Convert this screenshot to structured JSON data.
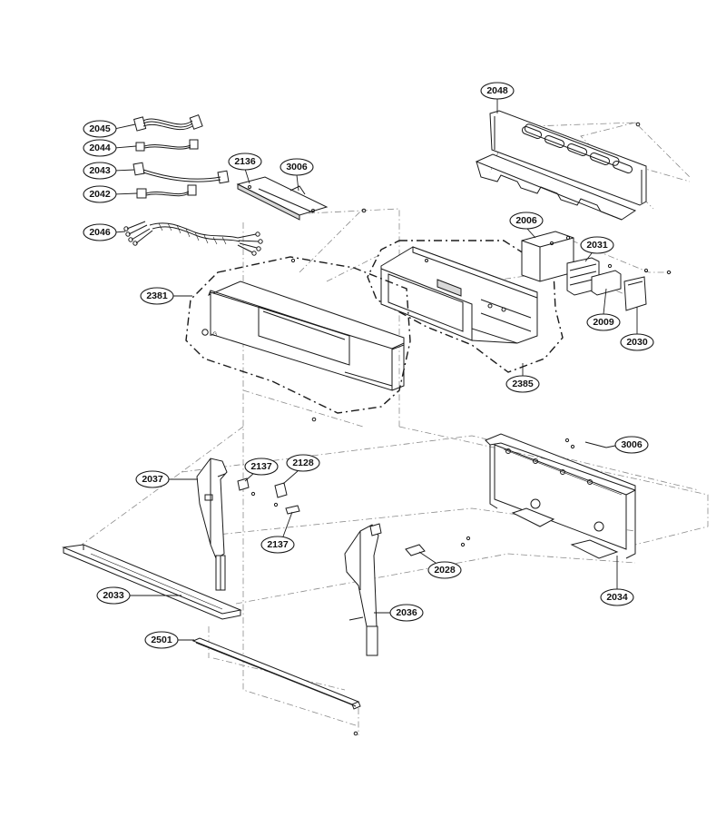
{
  "callouts": {
    "p2045": "2045",
    "p2044": "2044",
    "p2043": "2043",
    "p2042": "2042",
    "p2046": "2046",
    "p2136": "2136",
    "p3006_top": "3006",
    "p2048": "2048",
    "p2006": "2006",
    "p2031": "2031",
    "p2009": "2009",
    "p2030": "2030",
    "p2381": "2381",
    "p2385": "2385",
    "p3006_right": "3006",
    "p2037": "2037",
    "p2137_top": "2137",
    "p2128": "2128",
    "p2137_bottom": "2137",
    "p2028": "2028",
    "p2034": "2034",
    "p2033": "2033",
    "p2036": "2036",
    "p2501": "2501"
  },
  "colors": {
    "line": "#1a1a1a",
    "ghost": "#8a8a8a",
    "background": "#ffffff"
  }
}
